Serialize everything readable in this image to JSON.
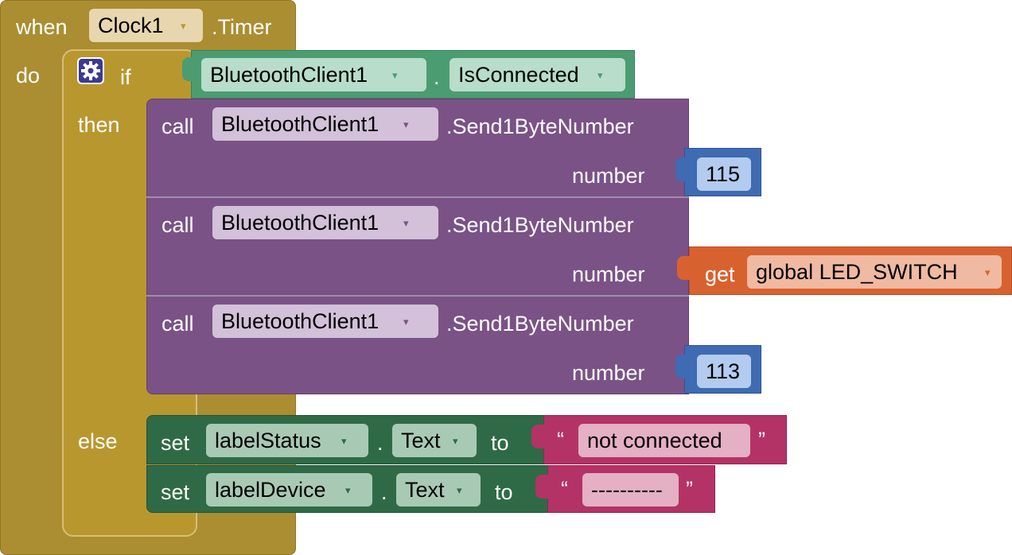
{
  "event": {
    "when": "when",
    "component": "Clock1",
    "event_name": ".Timer",
    "do": "do"
  },
  "if_block": {
    "label": "if",
    "then": "then",
    "else": "else",
    "condition": {
      "component": "BluetoothClient1",
      "dot": ".",
      "property": "IsConnected"
    }
  },
  "then_calls": [
    {
      "call": "call",
      "component": "BluetoothClient1",
      "method": ".Send1ByteNumber",
      "param": "number",
      "value": "115"
    },
    {
      "call": "call",
      "component": "BluetoothClient1",
      "method": ".Send1ByteNumber",
      "param": "number",
      "value_get": {
        "get": "get",
        "variable": "global LED_SWITCH"
      }
    },
    {
      "call": "call",
      "component": "BluetoothClient1",
      "method": ".Send1ByteNumber",
      "param": "number",
      "value": "113"
    }
  ],
  "else_sets": [
    {
      "set": "set",
      "component": "labelStatus",
      "dot": ".",
      "property": "Text",
      "to": "to",
      "open_quote": "“",
      "value": "not connected",
      "close_quote": "”"
    },
    {
      "set": "set",
      "component": "labelDevice",
      "dot": ".",
      "property": "Text",
      "to": "to",
      "open_quote": "“",
      "value": "----------",
      "close_quote": "”"
    }
  ],
  "dropdown_glyph": "▾",
  "colors": {
    "event": "#AA8E31",
    "control": "#B9972F",
    "bluetooth_getter": "#4C9C72",
    "call": "#7A5286",
    "number": "#3F6BB3",
    "variable": "#D8622F",
    "setter": "#2F6A46",
    "string": "#B43366"
  }
}
